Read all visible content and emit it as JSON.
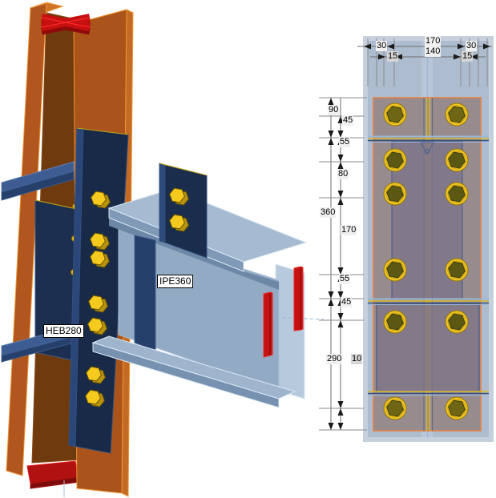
{
  "labels": {
    "column": "HEB280",
    "beam": "IPE360"
  },
  "dimensions": {
    "top_row1": [
      "30",
      "170",
      "30"
    ],
    "top_row2": [
      "15",
      "140",
      "15"
    ],
    "left_chain": [
      "90",
      "45",
      "55",
      "80",
      "360",
      "170",
      "55",
      "45",
      "290",
      "10"
    ]
  },
  "bolts": {
    "front_view_rows": 6,
    "front_view_columns": 2,
    "front_view_count": 12
  },
  "colors": {
    "column_orange": "#b2591e",
    "column_web_brown": "#6f3a0e",
    "column_outline": "#f09636",
    "plate_navy": "#1c2f50",
    "beam_steel_blue": "#93aac4",
    "bolt_yellow": "#f2c71d",
    "bolt_center_olive": "#6e6614",
    "fitting_red": "#c81010",
    "panel_blue": "#aebccf",
    "plate_outline_2d": "#e87f3a",
    "dimension_line": "#6e6e6e"
  }
}
